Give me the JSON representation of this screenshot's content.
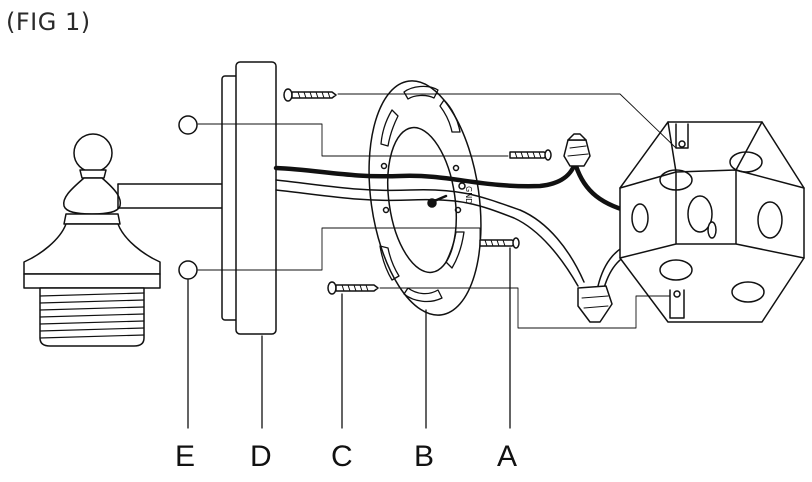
{
  "figure": {
    "title": "(FIG 1)",
    "labels": {
      "a": "A",
      "b": "B",
      "c": "C",
      "d": "D",
      "e": "E"
    },
    "plate_marking": "GND"
  }
}
